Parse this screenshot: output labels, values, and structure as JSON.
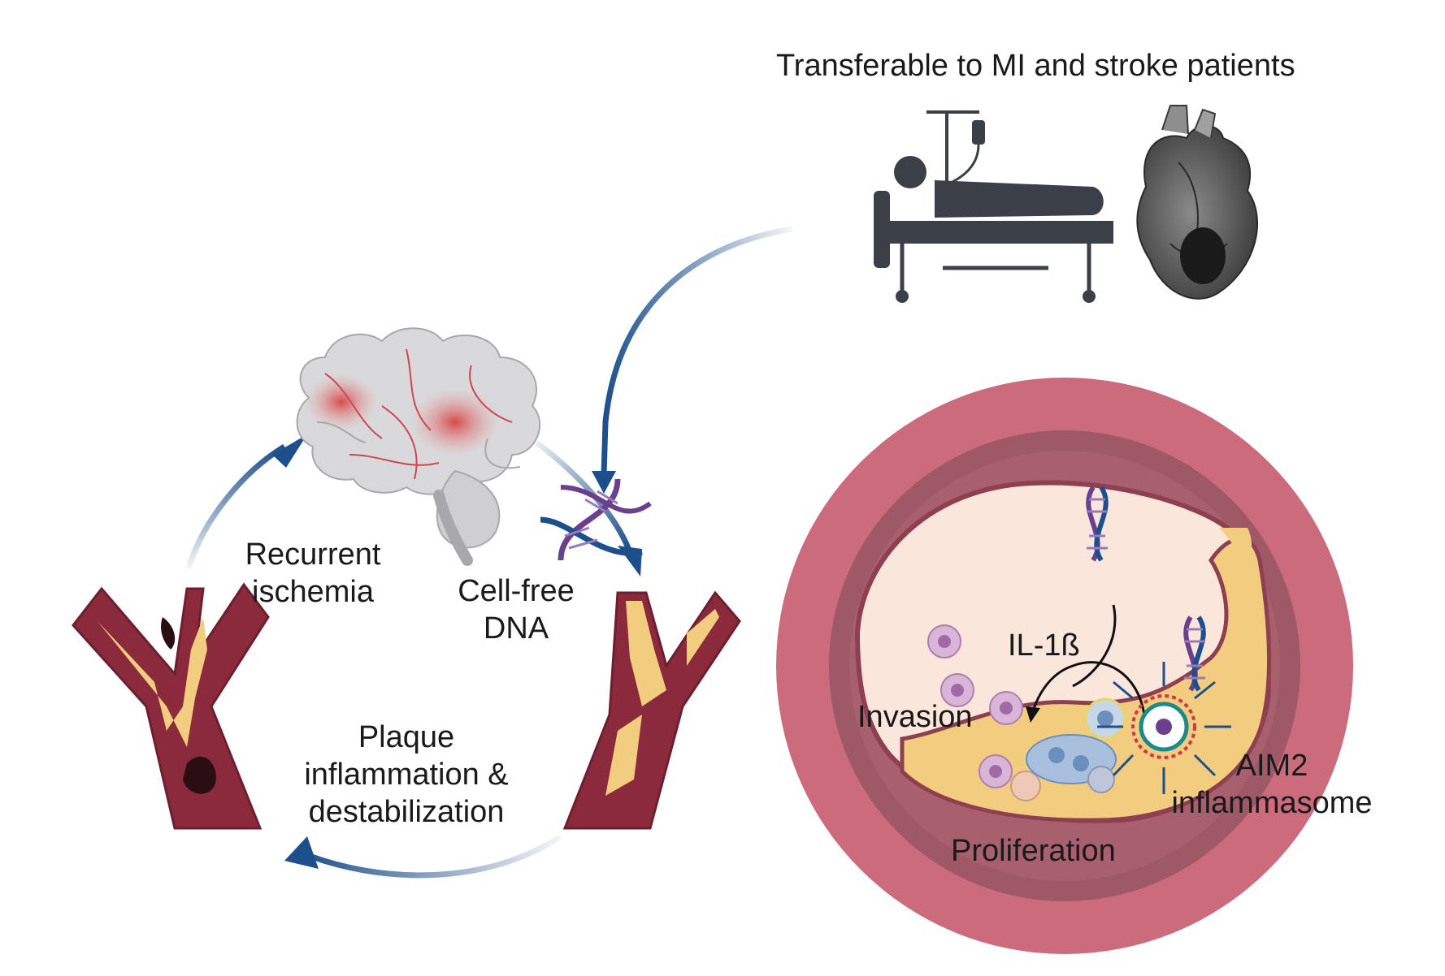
{
  "labels": {
    "top_title": "Transferable to MI and stroke patients",
    "recurrent": [
      "Recurrent",
      "ischemia"
    ],
    "cell_free": [
      "Cell-free",
      "DNA"
    ],
    "plaque": [
      "Plaque",
      "inflammation &",
      "destabilization"
    ],
    "il1b": "IL-1ß",
    "invasion": "Invasion",
    "aim2": [
      "AIM2",
      "inflammasome"
    ],
    "proliferation": "Proliferation"
  },
  "colors": {
    "arrow": "#1d4f8c",
    "vessel_wall": "#8b2a3c",
    "plaque": "#f2cd7f",
    "ring_outer": "#cc6b7c",
    "ring_inner": "#9e5866",
    "lumen": "#fbe6dc",
    "dna_purple": "#6a3f8f",
    "dna_blue": "#1d4f8c",
    "patient": "#3b4048"
  },
  "icons": [
    "brain-icon",
    "dna-icon",
    "artery-icon",
    "patient-bed-icon",
    "heart-icon",
    "cell-icon",
    "inflammasome-icon"
  ]
}
